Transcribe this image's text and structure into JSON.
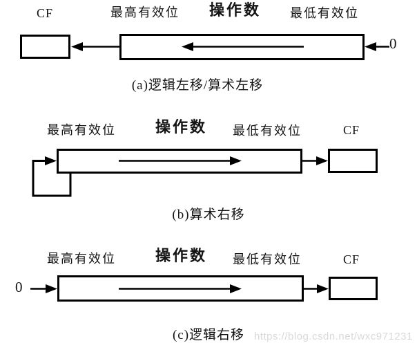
{
  "diagram_a": {
    "cf_label": "CF",
    "msb_label": "最高有效位",
    "operand_label": "操作数",
    "lsb_label": "最低有效位",
    "zero_label": "0",
    "caption": "(a)逻辑左移/算术左移"
  },
  "diagram_b": {
    "msb_label": "最高有效位",
    "operand_label": "操作数",
    "lsb_label": "最低有效位",
    "cf_label": "CF",
    "caption": "(b)算术右移"
  },
  "diagram_c": {
    "msb_label": "最高有效位",
    "operand_label": "操作数",
    "lsb_label": "最低有效位",
    "cf_label": "CF",
    "zero_label": "0",
    "caption": "(c)逻辑右移"
  },
  "watermark": "https://blog.csdn.net/wxc971231",
  "colors": {
    "line": "#000000",
    "text": "#141414",
    "watermark": "#d9d9d9",
    "background": "#ffffff"
  }
}
